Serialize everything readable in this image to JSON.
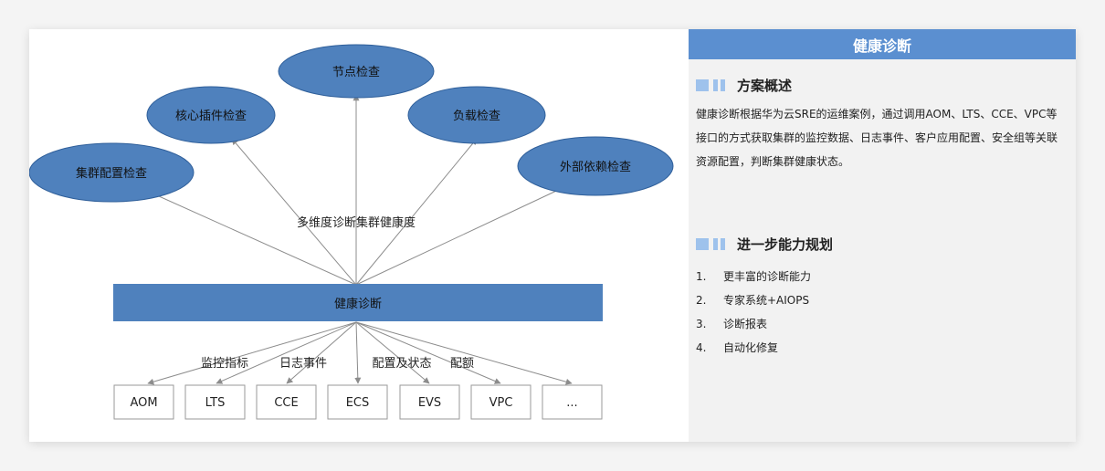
{
  "diagram": {
    "check_nodes": [
      "集群配置检查",
      "核心插件检查",
      "节点检查",
      "负载检查",
      "外部依赖检查"
    ],
    "center_label": "多维度诊断集群健康度",
    "hub_label": "健康诊断",
    "edge_labels": [
      "监控指标",
      "日志事件",
      "配置及状态",
      "配额"
    ],
    "service_boxes": [
      "AOM",
      "LTS",
      "CCE",
      "ECS",
      "EVS",
      "VPC",
      "..."
    ],
    "colors": {
      "ellipse_fill": "#4f81bd",
      "ellipse_stroke": "#2f5f9a",
      "hub_fill": "#4f81bd",
      "arrow": "#8c8c8c"
    }
  },
  "panel": {
    "title": "健康诊断",
    "overview": {
      "title": "方案概述",
      "text": "健康诊断根据华为云SRE的运维案例，通过调用AOM、LTS、CCE、VPC等接口的方式获取集群的监控数据、日志事件、客户应用配置、安全组等关联资源配置，判断集群健康状态。"
    },
    "plan": {
      "title": "进一步能力规划",
      "items": [
        {
          "num": "1.",
          "text": "更丰富的诊断能力"
        },
        {
          "num": "2.",
          "text": "专家系统+AIOPS"
        },
        {
          "num": "3.",
          "text": "诊断报表"
        },
        {
          "num": "4.",
          "text": "自动化修复"
        }
      ]
    },
    "colors": {
      "title_bg": "#5b8fd0",
      "mark": "#9ec2ec"
    }
  }
}
